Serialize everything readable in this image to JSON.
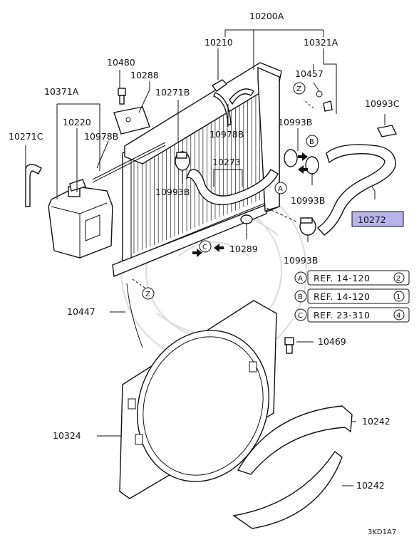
{
  "diagram_code": "3KD1A7",
  "highlight_color": "#b8b4ea",
  "labels": {
    "assy": "10200A",
    "p10210": "10210",
    "p10321a": "10321A",
    "p10480": "10480",
    "p10288": "10288",
    "p10457": "10457",
    "p10371a": "10371A",
    "p10271b": "10271B",
    "p10220": "10220",
    "p10978b_1": "10978B",
    "p10978b_2": "10978B",
    "p10271c": "10271C",
    "p10993b_1": "10993B",
    "p10993c": "10993C",
    "p10273": "10273",
    "p10993b_2": "10993B",
    "p10993b_3": "10993B",
    "p10272": "10272",
    "p10289": "10289",
    "p10993b_4": "10993B",
    "p10447": "10447",
    "p10469": "10469",
    "p10324": "10324",
    "p10242_1": "10242",
    "p10242_2": "10242"
  },
  "callouts": {
    "z": "Z",
    "a": "A",
    "b": "B",
    "c": "C"
  },
  "references": [
    {
      "letter": "A",
      "text": "REF. 14-120",
      "num": "2"
    },
    {
      "letter": "B",
      "text": "REF. 14-120",
      "num": "1"
    },
    {
      "letter": "C",
      "text": "REF. 23-310",
      "num": "4"
    }
  ]
}
